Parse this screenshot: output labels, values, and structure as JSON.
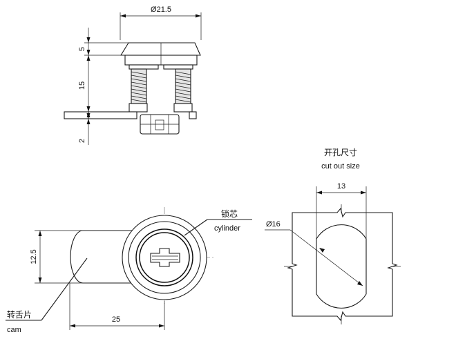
{
  "side_view": {
    "dim_diameter": "Ø21.5",
    "dim_head_height": "5",
    "dim_body_length": "15",
    "dim_panel": "2"
  },
  "front_view": {
    "dim_height": "12.5",
    "dim_length": "25",
    "cylinder_label_cn": "锁芯",
    "cylinder_label_en": "cylinder",
    "cam_label_cn": "转舌片",
    "cam_label_en": "cam"
  },
  "cutout": {
    "title_cn": "开孔尺寸",
    "title_en": "cut out size",
    "dim_width": "13",
    "dim_diameter": "Ø16"
  }
}
